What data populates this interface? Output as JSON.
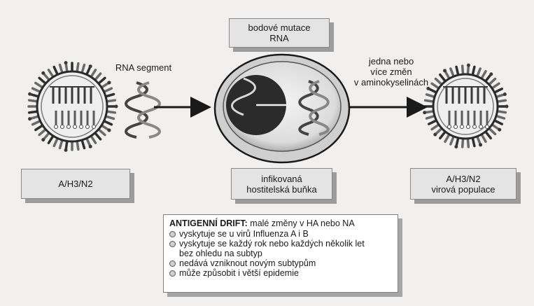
{
  "labels": {
    "rna_segment": "RNA segment",
    "mutation_box": [
      "bodové mutace",
      "RNA"
    ],
    "amino_changes": [
      "jedna nebo",
      "více změn",
      "v aminokyselinách"
    ],
    "left_strain": "A/H3/N2",
    "host_cell": [
      "infikovaná",
      "hostitelská buňka"
    ],
    "right_strain": [
      "A/H3/N2",
      "virová populace"
    ]
  },
  "drift_box": {
    "title": "ANTIGENNÍ DRIFT:",
    "subtitle": " malé změny v HA nebo NA",
    "items": [
      [
        "vyskytuje se u virů Influenza A i B"
      ],
      [
        "vyskytuje se každý rok nebo každých několik let",
        "bez ohledu na subtyp"
      ],
      [
        "nedává vzniknout novým subtypům"
      ],
      [
        "může způsobit i větší epidemie"
      ]
    ]
  },
  "colors": {
    "background": "#f1f0ee",
    "box_fill": "#e4e4e4",
    "box_shadow": "#9c9c9c",
    "virus_spikes": "#5a5a5a",
    "nucleus": "#2b2b2b",
    "arrow": "#1a1a1a"
  },
  "icons": [
    "virus-particle",
    "rna-helix",
    "host-cell",
    "nucleus",
    "arrow-right"
  ]
}
